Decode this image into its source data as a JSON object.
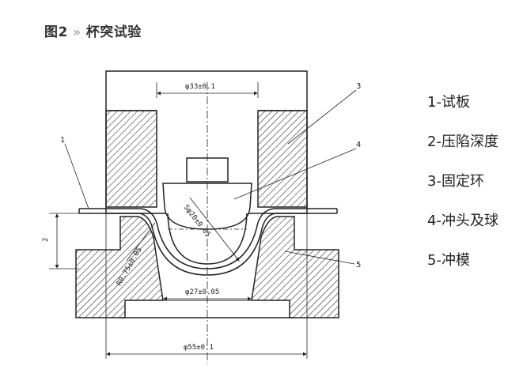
{
  "title": {
    "figure": "图2",
    "separator": "»",
    "text": "杯突试验"
  },
  "legend": [
    {
      "label": "1-试板"
    },
    {
      "label": "2-压陷深度"
    },
    {
      "label": "3-固定环"
    },
    {
      "label": "4-冲头及球"
    },
    {
      "label": "5-冲模"
    }
  ],
  "diagram": {
    "dims": {
      "top_width": "φ33±0.1",
      "bottom_width": "φ27±0.05",
      "base_width": "φ55±0.1",
      "sphere": "Sφ20±0.05",
      "die_radius": "R0.75±0.05",
      "depth": "2"
    },
    "callouts": {
      "c1": "1",
      "c3": "3",
      "c4": "4",
      "c5": "5"
    }
  }
}
